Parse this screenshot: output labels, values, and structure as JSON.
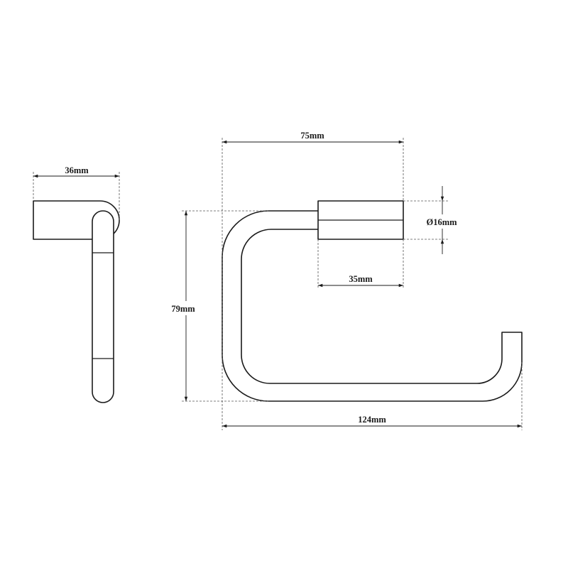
{
  "dimensions": {
    "side_width": "36mm",
    "mount_to_edge": "75mm",
    "diameter": "Ø16mm",
    "mount_length": "35mm",
    "height": "79mm",
    "total_width": "124mm"
  },
  "colors": {
    "line": "#1a1a1a",
    "dashed_line": "#555555",
    "background": "#ffffff"
  }
}
